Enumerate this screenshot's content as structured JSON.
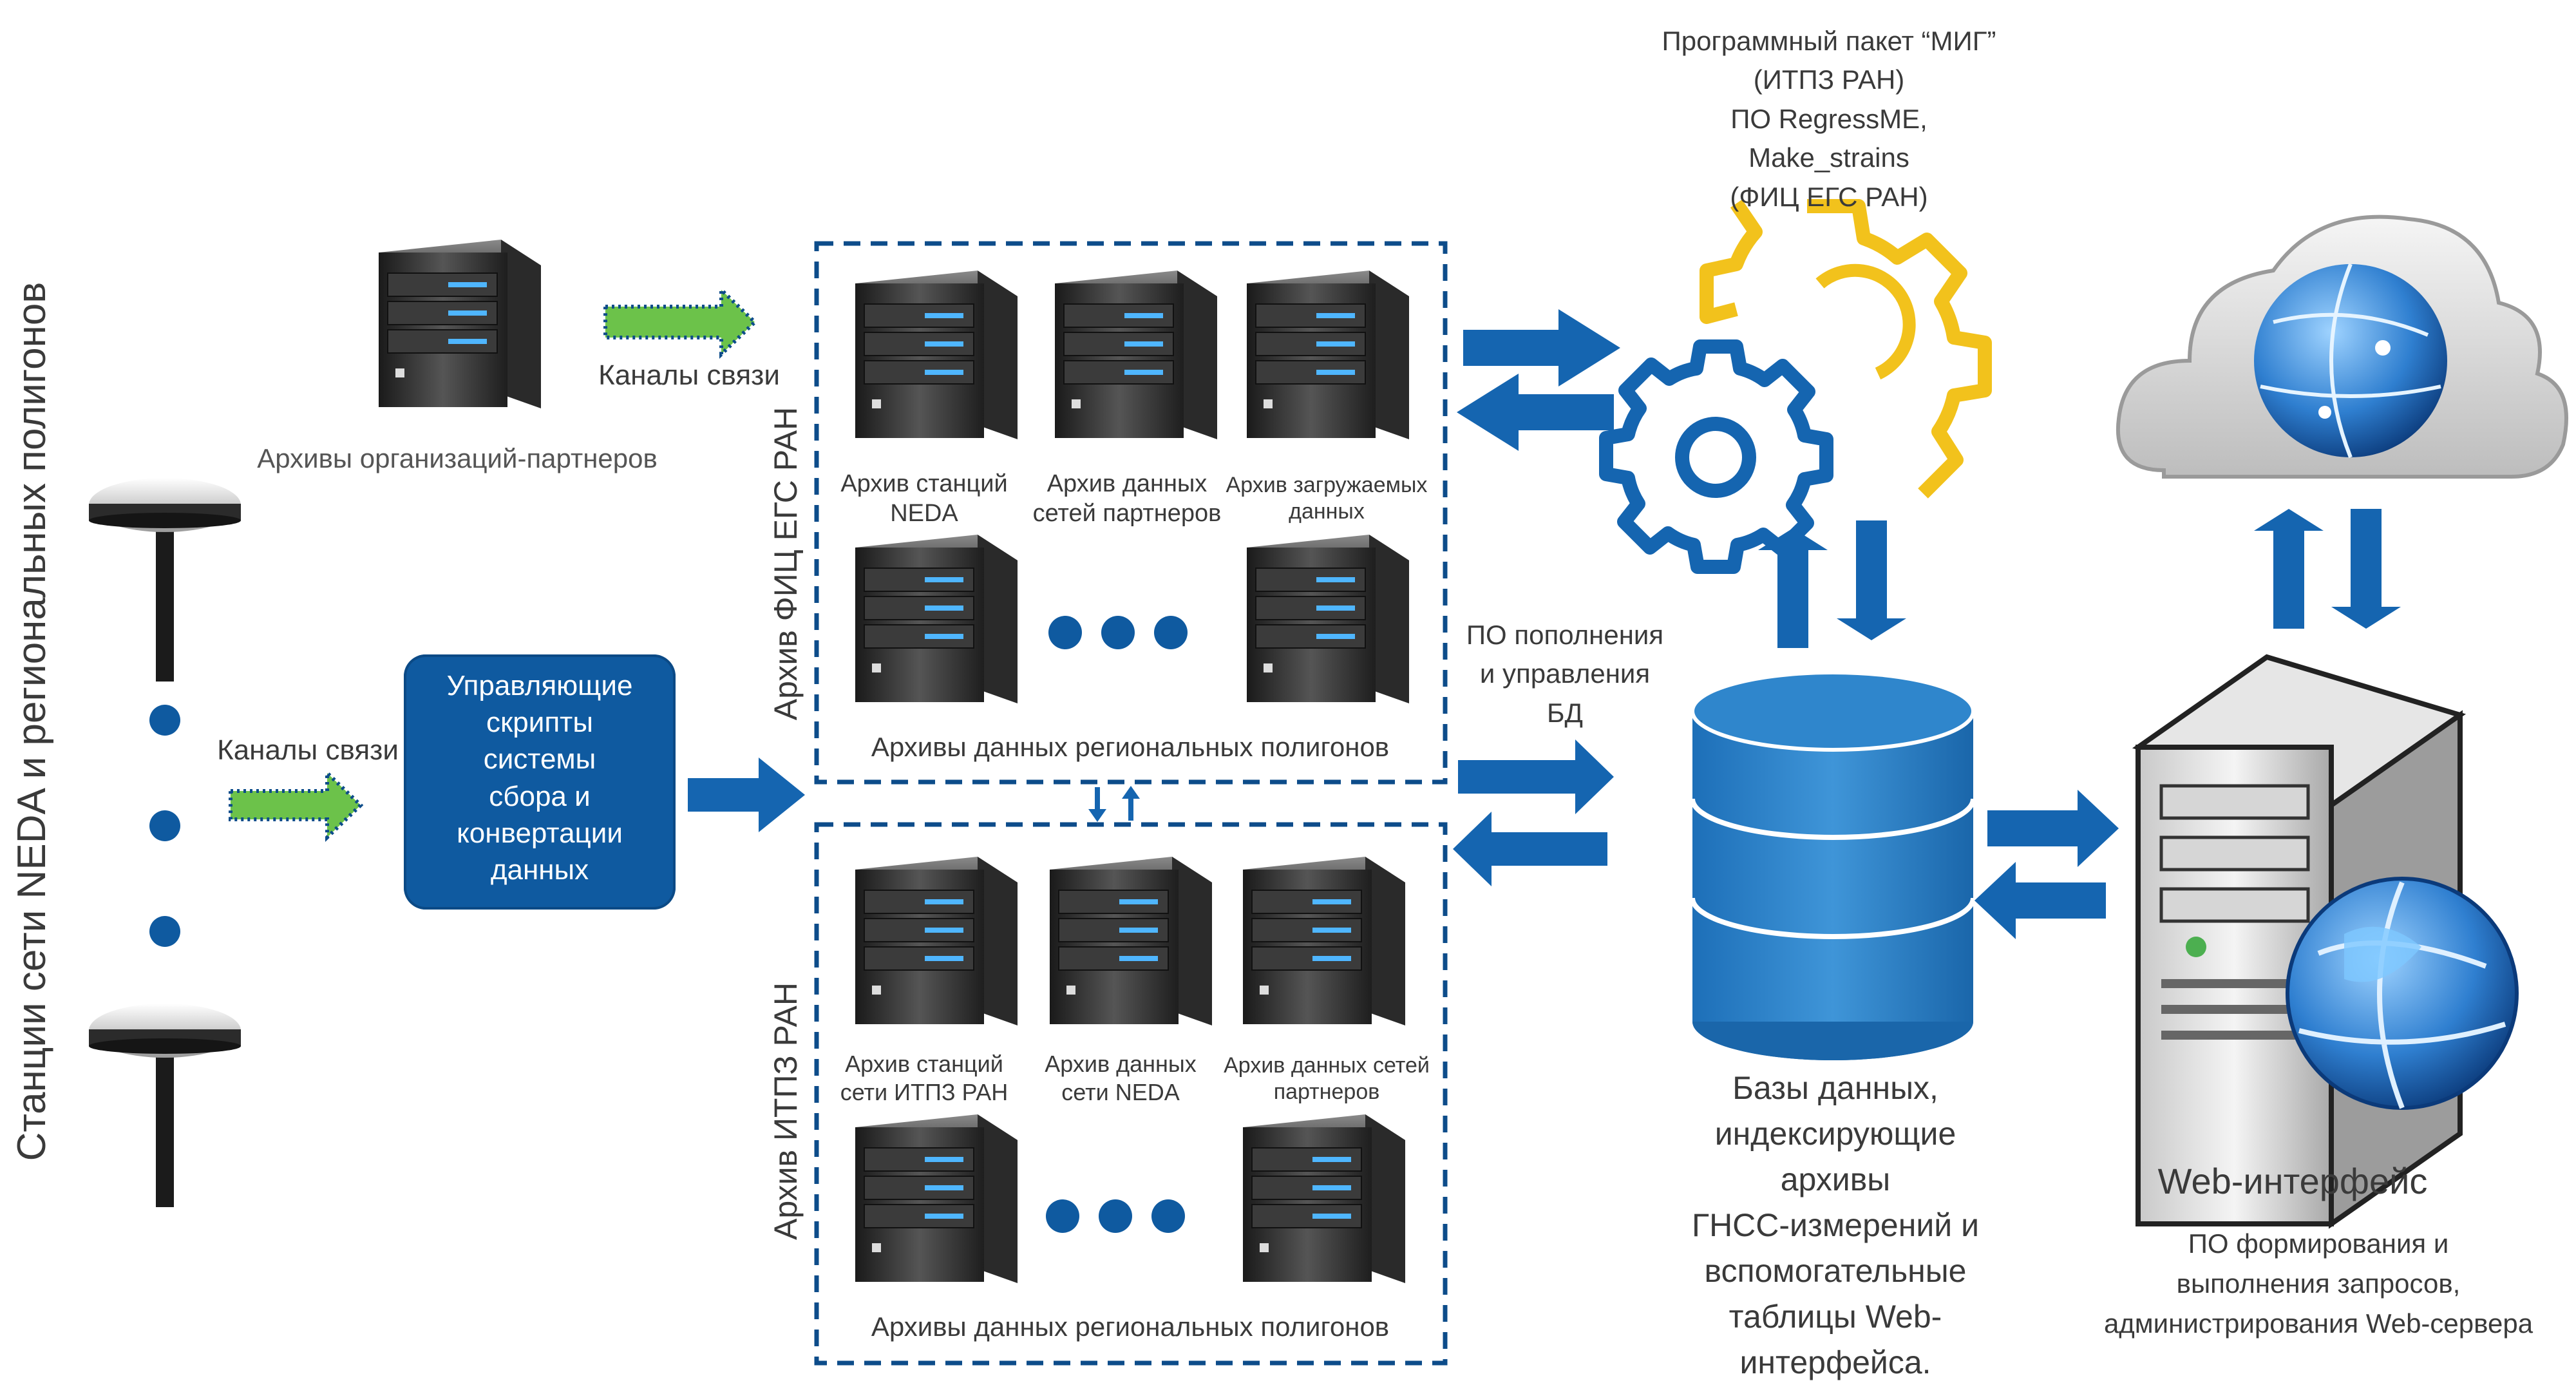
{
  "diagram": {
    "left_vertical_label": "Станции сети NEDA и региональных полигонов",
    "partner_archives_label": "Архивы организаций-партнеров",
    "channels_label_top": "Каналы связи",
    "channels_label_bottom": "Каналы связи",
    "scripts_box_label": "Управляющие\nскрипты\nсистемы\nсбора и\nконвертации\nданных",
    "archive_top_group": {
      "vertical_label": "Архив ФИЦ ЕГС РАН",
      "servers": [
        "Архив станций\nNEDA",
        "Архив данных\nсетей партнеров",
        "Архив загружаемых\nданных"
      ],
      "footer": "Архивы данных региональных полигонов"
    },
    "archive_bottom_group": {
      "vertical_label": "Архив ИТПЗ РАН",
      "servers": [
        "Архив станций\nсети ИТПЗ РАН",
        "Архив данных\nсети NEDA",
        "Архив данных сетей\nпартнеров"
      ],
      "footer": "Архивы данных региональных полигонов"
    },
    "software_package_label": "Программный пакет “МИГ”\n(ИТПЗ РАН)\nПО RegressME,\nMake_strains\n(ФИЦ ЕГС РАН)",
    "db_software_label": "ПО пополнения\nи управления\nБД",
    "database_label": "Базы данных,\nиндексирующие\nархивы\nГНСС-измерений и\nвспомогательные\nтаблицы Web-\nинтерфейса.",
    "web_interface_title": "Web-интерфейс",
    "web_interface_desc": "ПО формирования и\nвыполнения запросов,\nадминистрирования Web-сервера",
    "colors": {
      "primary_blue": "#0f5aa0",
      "arrow_blue": "#1565b0",
      "gear_yellow": "#f2c21c",
      "green_arrow": "#6cc24a",
      "dashed_border": "#0d4c8a"
    }
  }
}
